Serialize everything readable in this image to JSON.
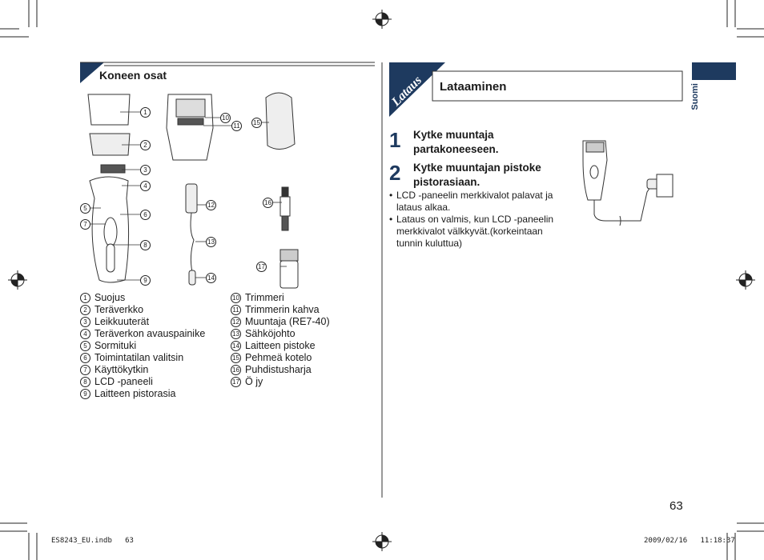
{
  "left_section": {
    "title": "Koneen osat",
    "parts_left": [
      {
        "num": "1",
        "label": "Suojus"
      },
      {
        "num": "2",
        "label": "Teräverkko"
      },
      {
        "num": "3",
        "label": "Leikkuuterät"
      },
      {
        "num": "4",
        "label": "Teräverkon avauspainike"
      },
      {
        "num": "5",
        "label": "Sormituki"
      },
      {
        "num": "6",
        "label": "Toimintatilan valitsin"
      },
      {
        "num": "7",
        "label": "Käyttökytkin"
      },
      {
        "num": "8",
        "label": "LCD -paneeli"
      },
      {
        "num": "9",
        "label": "Laitteen pistorasia"
      }
    ],
    "parts_right": [
      {
        "num": "10",
        "label": "Trimmeri"
      },
      {
        "num": "11",
        "label": "Trimmerin kahva"
      },
      {
        "num": "12",
        "label": "Muuntaja (RE7-40)"
      },
      {
        "num": "13",
        "label": "Sähköjohto"
      },
      {
        "num": "14",
        "label": "Laitteen pistoke"
      },
      {
        "num": "15",
        "label": "Pehmeä kotelo"
      },
      {
        "num": "16",
        "label": "Puhdistusharja"
      },
      {
        "num": "17",
        "label": "Ö jy"
      }
    ],
    "callouts": [
      "1",
      "2",
      "3",
      "4",
      "5",
      "6",
      "7",
      "8",
      "9",
      "10",
      "11",
      "12",
      "13",
      "14",
      "15",
      "16",
      "17"
    ]
  },
  "right_section": {
    "tab_label": "Lataus",
    "title": "Lataaminen",
    "steps": [
      {
        "num": "1",
        "text": "Kytke muuntaja partakoneeseen."
      },
      {
        "num": "2",
        "text": "Kytke muuntajan pistoke pistorasiaan."
      }
    ],
    "bullets": [
      "LCD -paneelin merkkivalot palavat ja lataus alkaa.",
      "Lataus on valmis, kun LCD -paneelin merkkivalot välkkyvät.(korkeintaan tunnin kuluttua)"
    ]
  },
  "side_tab": {
    "label": "Suomi",
    "color": "#1e3a5f"
  },
  "page_number": "63",
  "footer": {
    "left": "ES8243_EU.indb   63",
    "right": "2009/02/16   11:18:37"
  },
  "colors": {
    "accent": "#1e3a5f"
  }
}
